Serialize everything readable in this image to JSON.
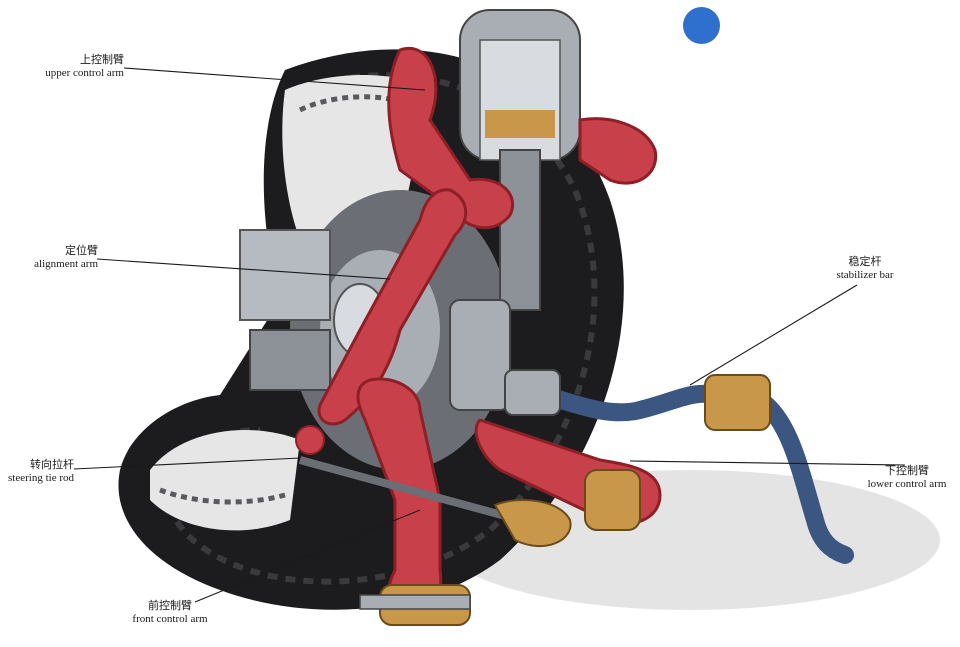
{
  "diagram": {
    "labels": [
      {
        "id": "upper-control-arm",
        "zh": "上控制臂",
        "en": "upper control arm"
      },
      {
        "id": "alignment-arm",
        "zh": "定位臂",
        "en": "alignment arm"
      },
      {
        "id": "steering-tie-rod",
        "zh": "转向拉杆",
        "en": "steering tie rod"
      },
      {
        "id": "front-control-arm",
        "zh": "前控制臂",
        "en": "front control arm"
      },
      {
        "id": "stabilizer-bar",
        "zh": "稳定杆",
        "en": "stabilizer bar"
      },
      {
        "id": "lower-control-arm",
        "zh": "下控制臂",
        "en": "lower control arm"
      }
    ]
  },
  "colors": {
    "dot": "#2f6fce",
    "arm": "#c8414a",
    "arm_dark": "#8e1f27",
    "tire": "#1c1c1e",
    "tire_inner": "#e6e6e6",
    "stabilizer": "#3b5680",
    "metal": "#a9aeb4",
    "brass": "#c9974a"
  }
}
